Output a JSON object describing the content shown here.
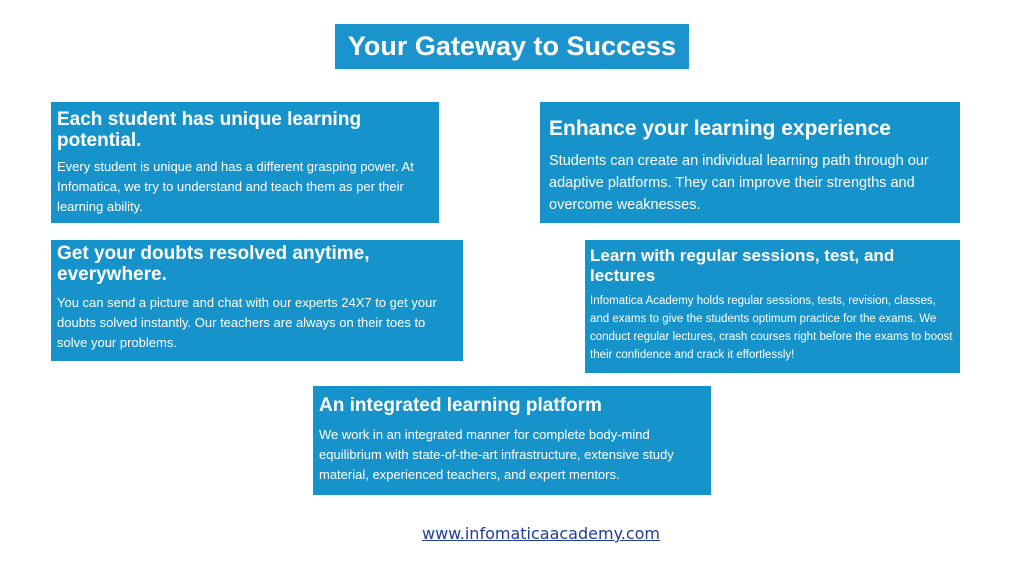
{
  "slide": {
    "title": "Your Gateway to Success",
    "cards": [
      {
        "heading": "Each student has unique learning potential.",
        "body": "Every student is unique and has a different grasping power. At Infomatica, we try to understand and teach them as per their learning ability."
      },
      {
        "heading": "Enhance your learning experience",
        "body": "Students can create an individual learning path through our adaptive platforms. They can improve their strengths and overcome weaknesses."
      },
      {
        "heading": "Get your doubts resolved anytime, everywhere.",
        "body": "You can send a picture and chat with our experts 24X7 to get your doubts solved instantly. Our teachers are always on their toes to solve your problems."
      },
      {
        "heading": "Learn with regular sessions, test, and lectures",
        "body": "Infomatica Academy holds regular sessions, tests, revision, classes, and exams to give the students optimum practice for the exams. We conduct regular lectures, crash courses right before the exams to boost their confidence and crack it effortlessly!"
      },
      {
        "heading": "An integrated learning platform",
        "body": "We work in an integrated manner for complete body-mind equilibrium with state-of-the-art infrastructure, extensive study material, experienced teachers, and expert mentors."
      }
    ],
    "link": "www.infomaticaacademy.com",
    "colors": {
      "card_background": "#1793cc",
      "text": "#ffffff",
      "link": "#1f3d9a"
    }
  }
}
